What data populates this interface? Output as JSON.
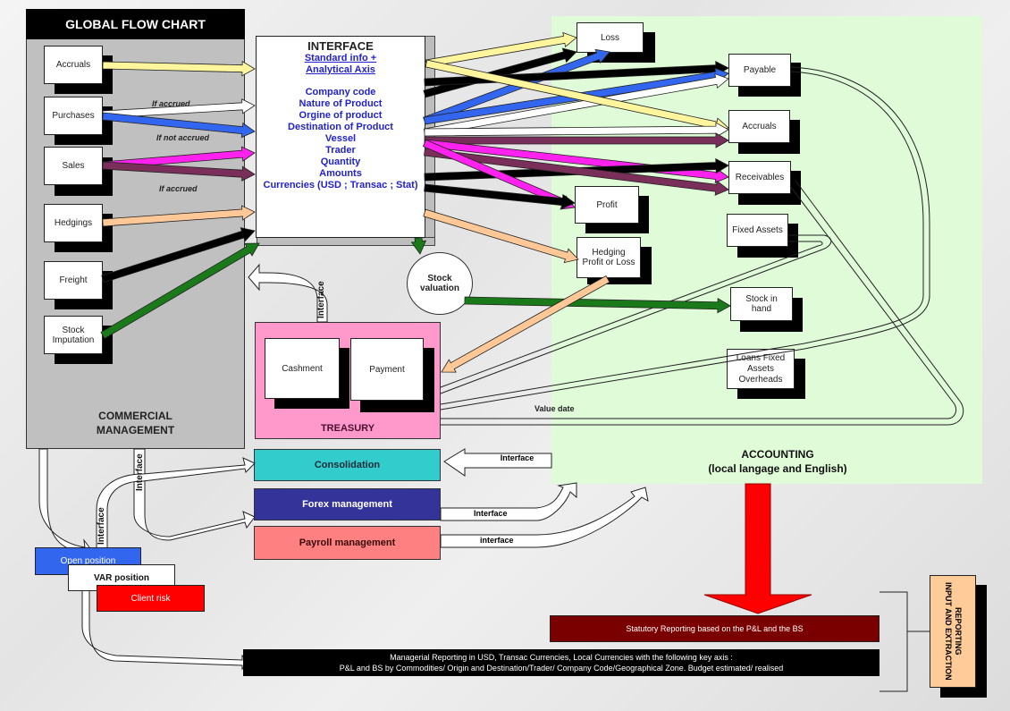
{
  "title": "GLOBAL FLOW CHART",
  "commercial": {
    "label_line1": "COMMERCIAL",
    "label_line2": "MANAGEMENT",
    "items": [
      "Accruals",
      "Purchases",
      "Sales",
      "Hedgings",
      "Freight",
      "Stock Imputation"
    ],
    "annotations": [
      "If accrued",
      "If not accrued",
      "If accrued"
    ]
  },
  "interface": {
    "title": "INTERFACE",
    "subtitle1": "Standard info +",
    "subtitle2": "Analytical Axis",
    "fields": [
      "Company code",
      "Nature of Product",
      "Orgine of product",
      "Destination of Product",
      "Vessel",
      "Trader",
      "Quantity",
      "Amounts",
      "Currencies (USD ; Transac ; Stat)"
    ]
  },
  "accounting": {
    "label_line1": "ACCOUNTING",
    "label_line2": "(local langage and English)",
    "boxes": {
      "loss": "Loss",
      "payable": "Payable",
      "accruals": "Accruals",
      "receivables": "Receivables",
      "profit": "Profit",
      "hedging_pl": "Hedging Profit or Loss",
      "fixed_assets": "Fixed Assets",
      "stock_in_hand": "Stock in hand",
      "loans": "Loans Fixed Assets Overheads"
    },
    "value_date": "Value date"
  },
  "stock_valuation": "Stock valuation",
  "treasury": {
    "label": "TREASURY",
    "cashment": "Cashment",
    "payment": "Payment",
    "interface_label": "Interface"
  },
  "modules": {
    "consolidation": "Consolidation",
    "forex": "Forex management",
    "payroll": "Payroll management",
    "consolidation_interface": "Interface",
    "forex_interface": "Interface",
    "payroll_interface": "interface"
  },
  "risk": {
    "open_position": "Open position",
    "var_position": "VAR position",
    "client_risk": "Client risk",
    "interface1": "Interface",
    "interface2": "Interface"
  },
  "reporting": {
    "statutory": "Statutory Reporting based on the P&L and the BS",
    "managerial_line1": "Managerial Reporting in USD, Transac Currencies, Local Currencies with the following key axis :",
    "managerial_line2": "P&L and BS  by Commodities/ Origin and Destination/Trader/ Company Code/Geographical Zone. Budget estimated/ realised",
    "side_line1": "REPORTING",
    "side_line2": "INPUT AND EXTRACTION"
  },
  "colors": {
    "accrual_arrow": "#fff59d",
    "purchase_arrow": "#3366ee",
    "sales_arrow": "#ff22ee",
    "sales_accrued_arrow": "#7a2e5a",
    "hedging_arrow": "#ffc896",
    "freight_arrow": "#000000",
    "stock_arrow": "#1a7a1a",
    "accounting_bg": "#e0fbd8",
    "treasury_bg": "#ff99cc",
    "consolidation_bg": "#33cccc",
    "forex_bg": "#333399",
    "payroll_bg": "#ff8080",
    "open_position_bg": "#3366ee",
    "client_risk_bg": "#ff0000",
    "statutory_bg": "#7a0000",
    "reporting_side_bg": "#ffcc99"
  }
}
